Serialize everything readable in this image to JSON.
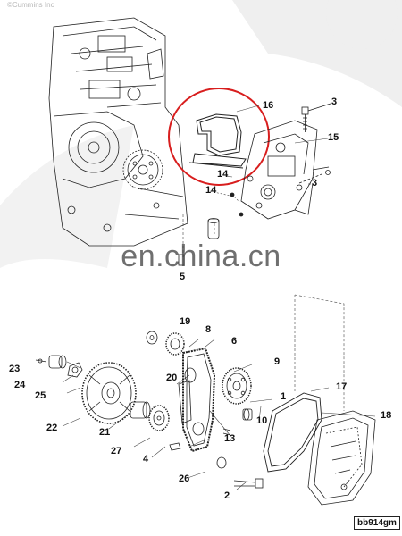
{
  "copyright": "©Cummins Inc",
  "watermark": "en.china.cn",
  "diagram_code": "bb914gm",
  "colors": {
    "highlight_ring": "#d81e1e",
    "line": "#222222",
    "logo_shadow": "#eeeeee"
  },
  "labels": {
    "p1": "1",
    "p2": "2",
    "p3a": "3",
    "p3b": "3",
    "p4": "4",
    "p5": "5",
    "p6": "6",
    "p8": "8",
    "p9": "9",
    "p10": "10",
    "p13": "13",
    "p14a": "14",
    "p14b": "14",
    "p15": "15",
    "p16": "16",
    "p17": "17",
    "p18": "18",
    "p19": "19",
    "p20": "20",
    "p21": "21",
    "p22": "22",
    "p23": "23",
    "p24": "24",
    "p25": "25",
    "p26": "26",
    "p27": "27"
  }
}
